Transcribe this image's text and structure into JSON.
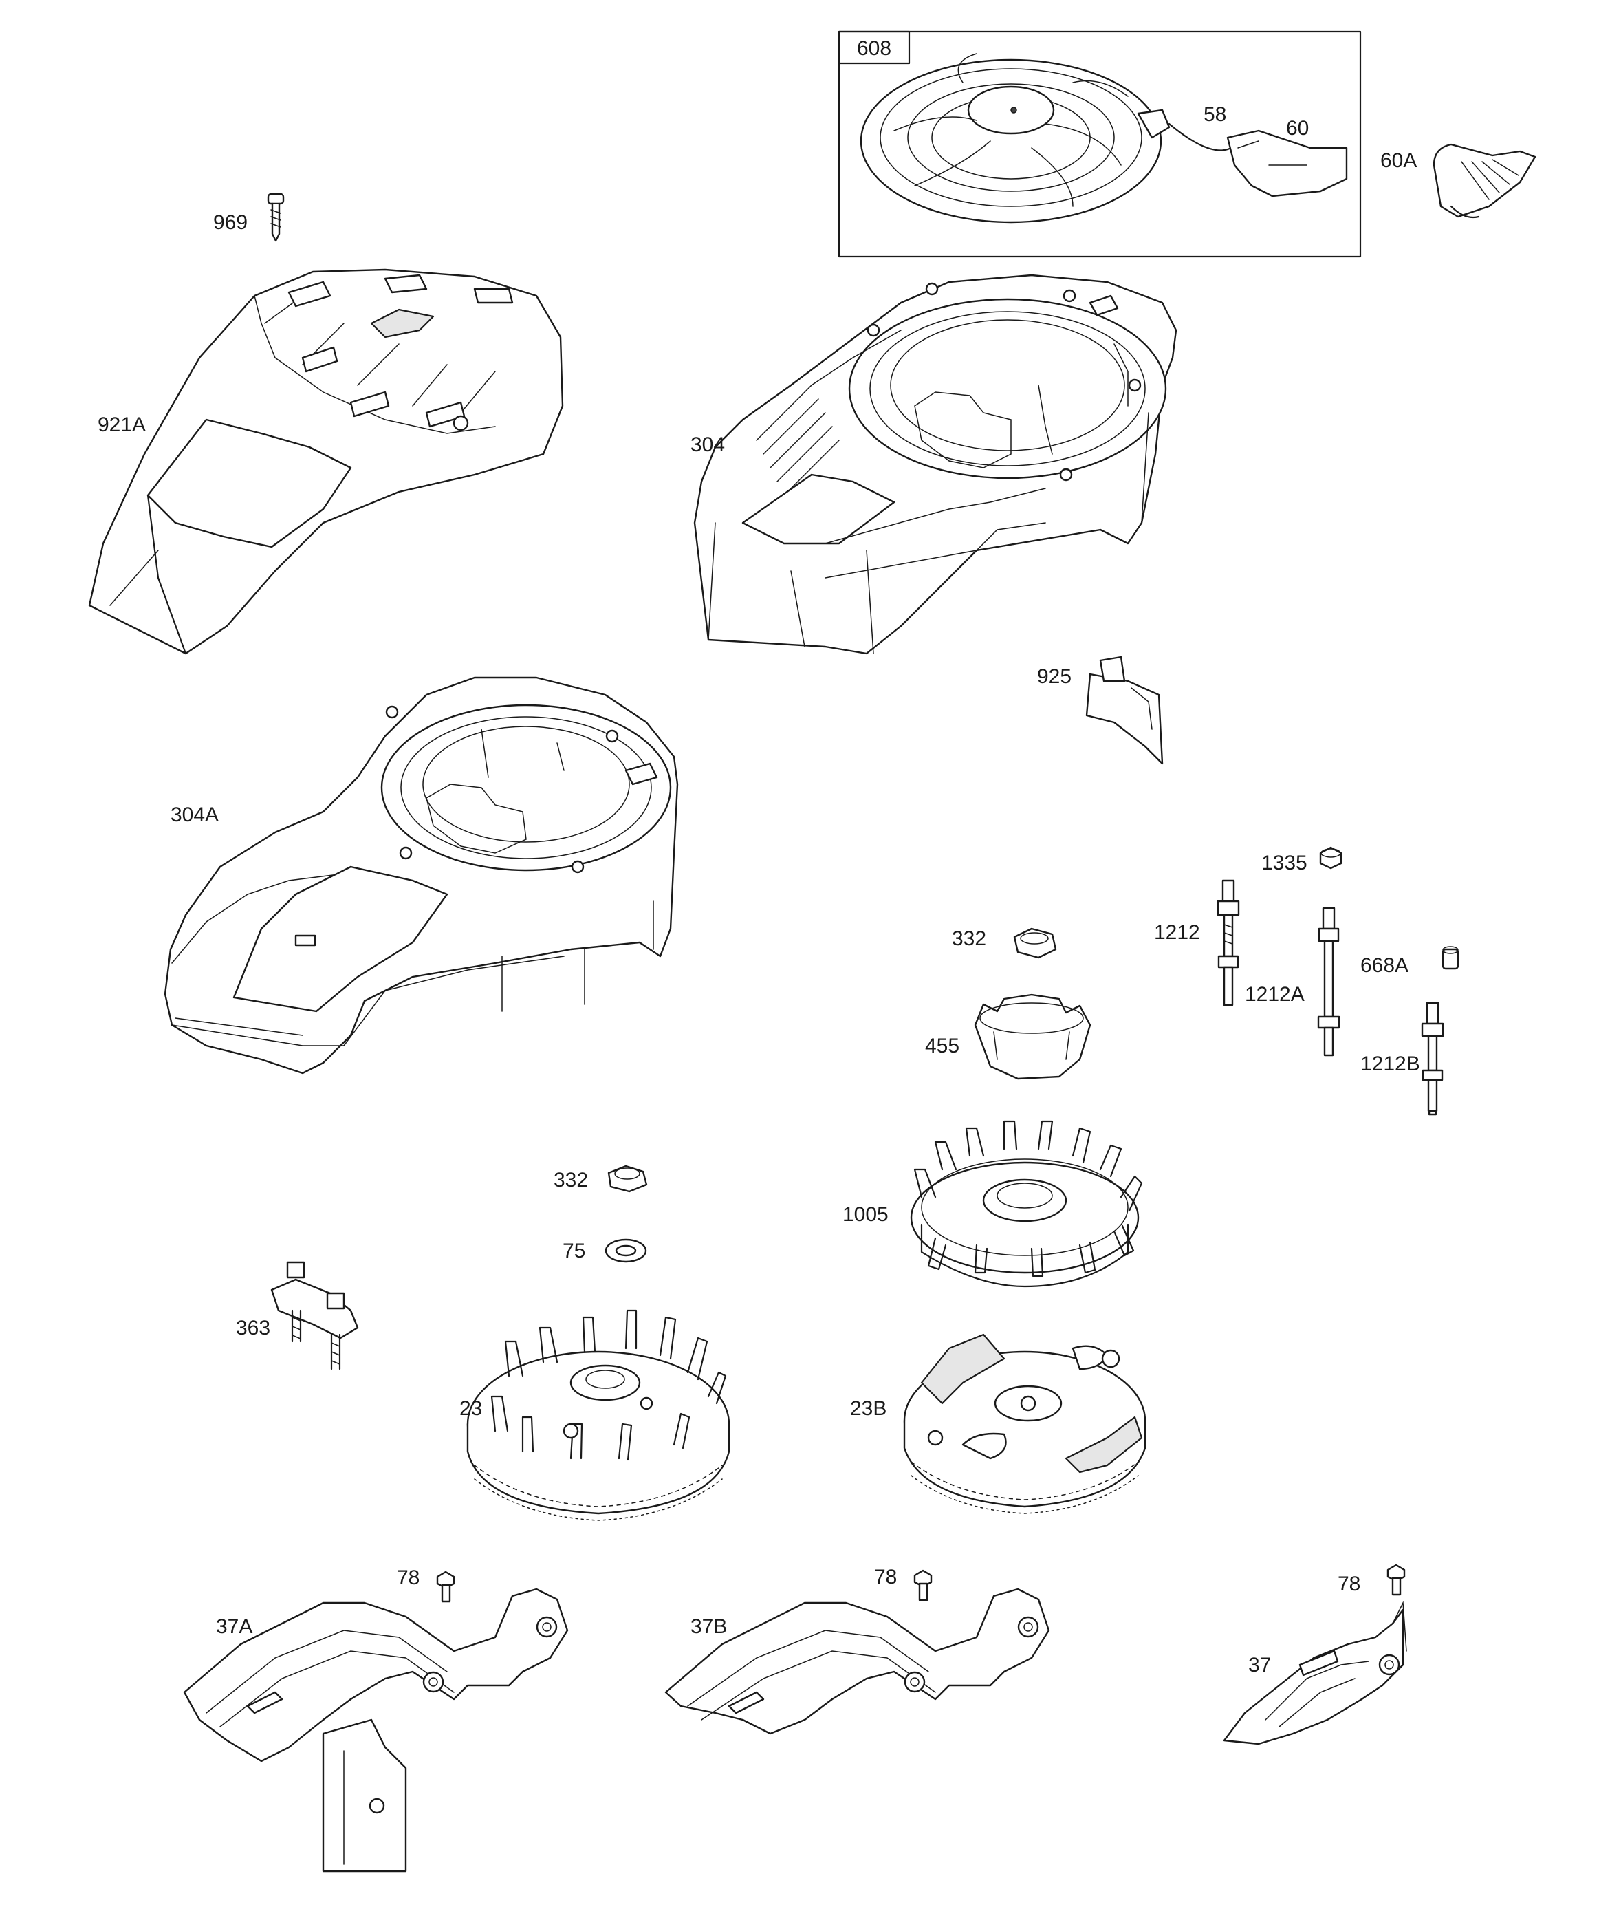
{
  "parts": [
    {
      "id": "608",
      "label": "608"
    },
    {
      "id": "58",
      "label": "58"
    },
    {
      "id": "60",
      "label": "60"
    },
    {
      "id": "60A",
      "label": "60A"
    },
    {
      "id": "969",
      "label": "969"
    },
    {
      "id": "921A",
      "label": "921A"
    },
    {
      "id": "304",
      "label": "304"
    },
    {
      "id": "925",
      "label": "925"
    },
    {
      "id": "304A",
      "label": "304A"
    },
    {
      "id": "1335",
      "label": "1335"
    },
    {
      "id": "1212",
      "label": "1212"
    },
    {
      "id": "332-upper",
      "label": "332"
    },
    {
      "id": "668A",
      "label": "668A"
    },
    {
      "id": "1212A",
      "label": "1212A"
    },
    {
      "id": "455",
      "label": "455"
    },
    {
      "id": "1212B",
      "label": "1212B"
    },
    {
      "id": "332-lower",
      "label": "332"
    },
    {
      "id": "1005",
      "label": "1005"
    },
    {
      "id": "75",
      "label": "75"
    },
    {
      "id": "363",
      "label": "363"
    },
    {
      "id": "23",
      "label": "23"
    },
    {
      "id": "23B",
      "label": "23B"
    },
    {
      "id": "78-left",
      "label": "78"
    },
    {
      "id": "78-mid",
      "label": "78"
    },
    {
      "id": "78-right",
      "label": "78"
    },
    {
      "id": "37A",
      "label": "37A"
    },
    {
      "id": "37B",
      "label": "37B"
    },
    {
      "id": "37",
      "label": "37"
    }
  ],
  "colors": {
    "line": "#1a1a1a",
    "background": "#ffffff",
    "fill": "#ffffff",
    "shade": "#e6e6e6"
  }
}
